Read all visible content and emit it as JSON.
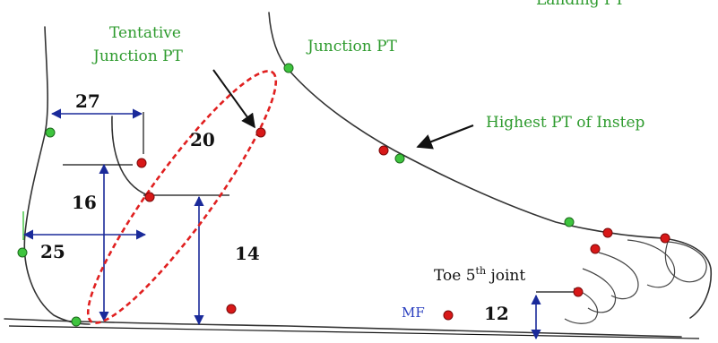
{
  "labels": {
    "landing_pt": "Landing PT",
    "tentative_line1": "Tentative",
    "tentative_line2": "Junction PT",
    "junction_pt": "Junction PT",
    "highest_pt": "Highest PT of Instep",
    "toe_joint_prefix": "Toe 5",
    "toe_joint_sup": "th",
    "toe_joint_suffix": " joint",
    "mf": "MF"
  },
  "dimensions": {
    "d27": "27",
    "d20": "20",
    "d16": "16",
    "d25": "25",
    "d14": "14",
    "d12": "12"
  },
  "colors": {
    "green_point": "#3ec43e",
    "red_point": "#d81818",
    "dimension_arrow": "#1a2a9a",
    "ellipse": "#e02020",
    "green_text": "#2e9b2e",
    "blue_text": "#2a3fbf"
  }
}
